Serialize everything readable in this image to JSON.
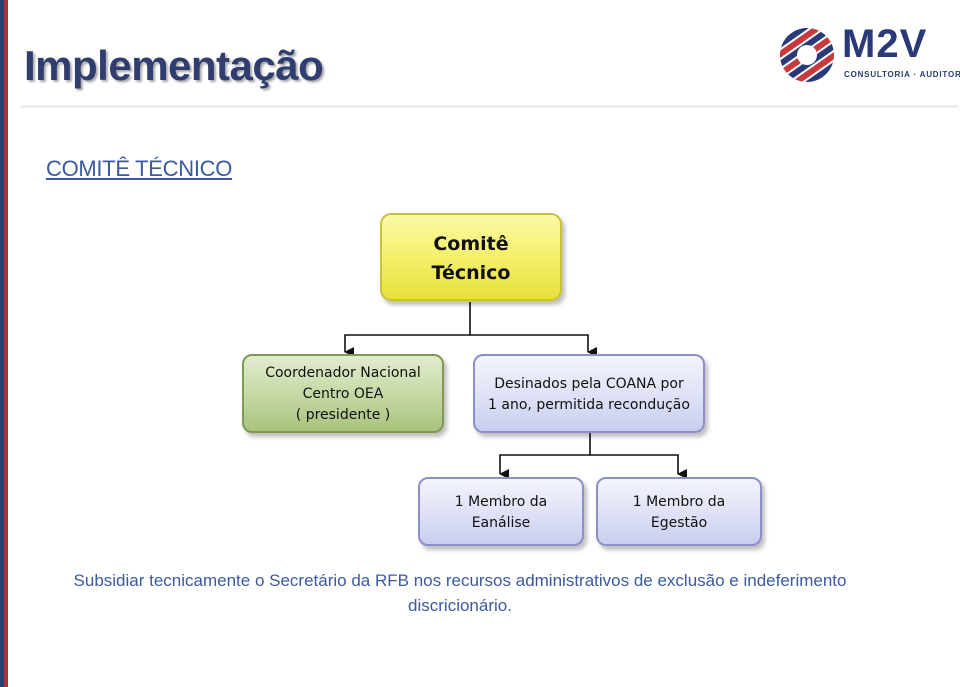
{
  "title": "Implementação",
  "logo": {
    "name": "M2V",
    "tagline": "CONSULTORIA · AUDITORIA"
  },
  "section_heading": "COMITÊ TÉCNICO",
  "diagram": {
    "root": {
      "lines": [
        "Comitê",
        "Técnico"
      ]
    },
    "coordinator": {
      "lines": [
        "Coordenador Nacional",
        "Centro OEA",
        "( presidente )"
      ]
    },
    "designated": {
      "lines": [
        "Desinados pela COANA por",
        "1 ano, permitida recondução"
      ]
    },
    "member_eanalise": {
      "lines": [
        "1 Membro da",
        "Eanálise"
      ]
    },
    "member_egestao": {
      "lines": [
        "1 Membro da",
        "Egestão"
      ]
    }
  },
  "caption": {
    "line1": "Subsidiar tecnicamente o Secretário da RFB nos recursos administrativos de exclusão e indeferimento",
    "line2": "discricionário."
  },
  "colors": {
    "title": "#2f3e6e",
    "heading": "#3b5aa0",
    "root_fill": "#f4f06a",
    "coordinator_fill": "#bfd49a",
    "member_fill": "#dcdff5"
  }
}
